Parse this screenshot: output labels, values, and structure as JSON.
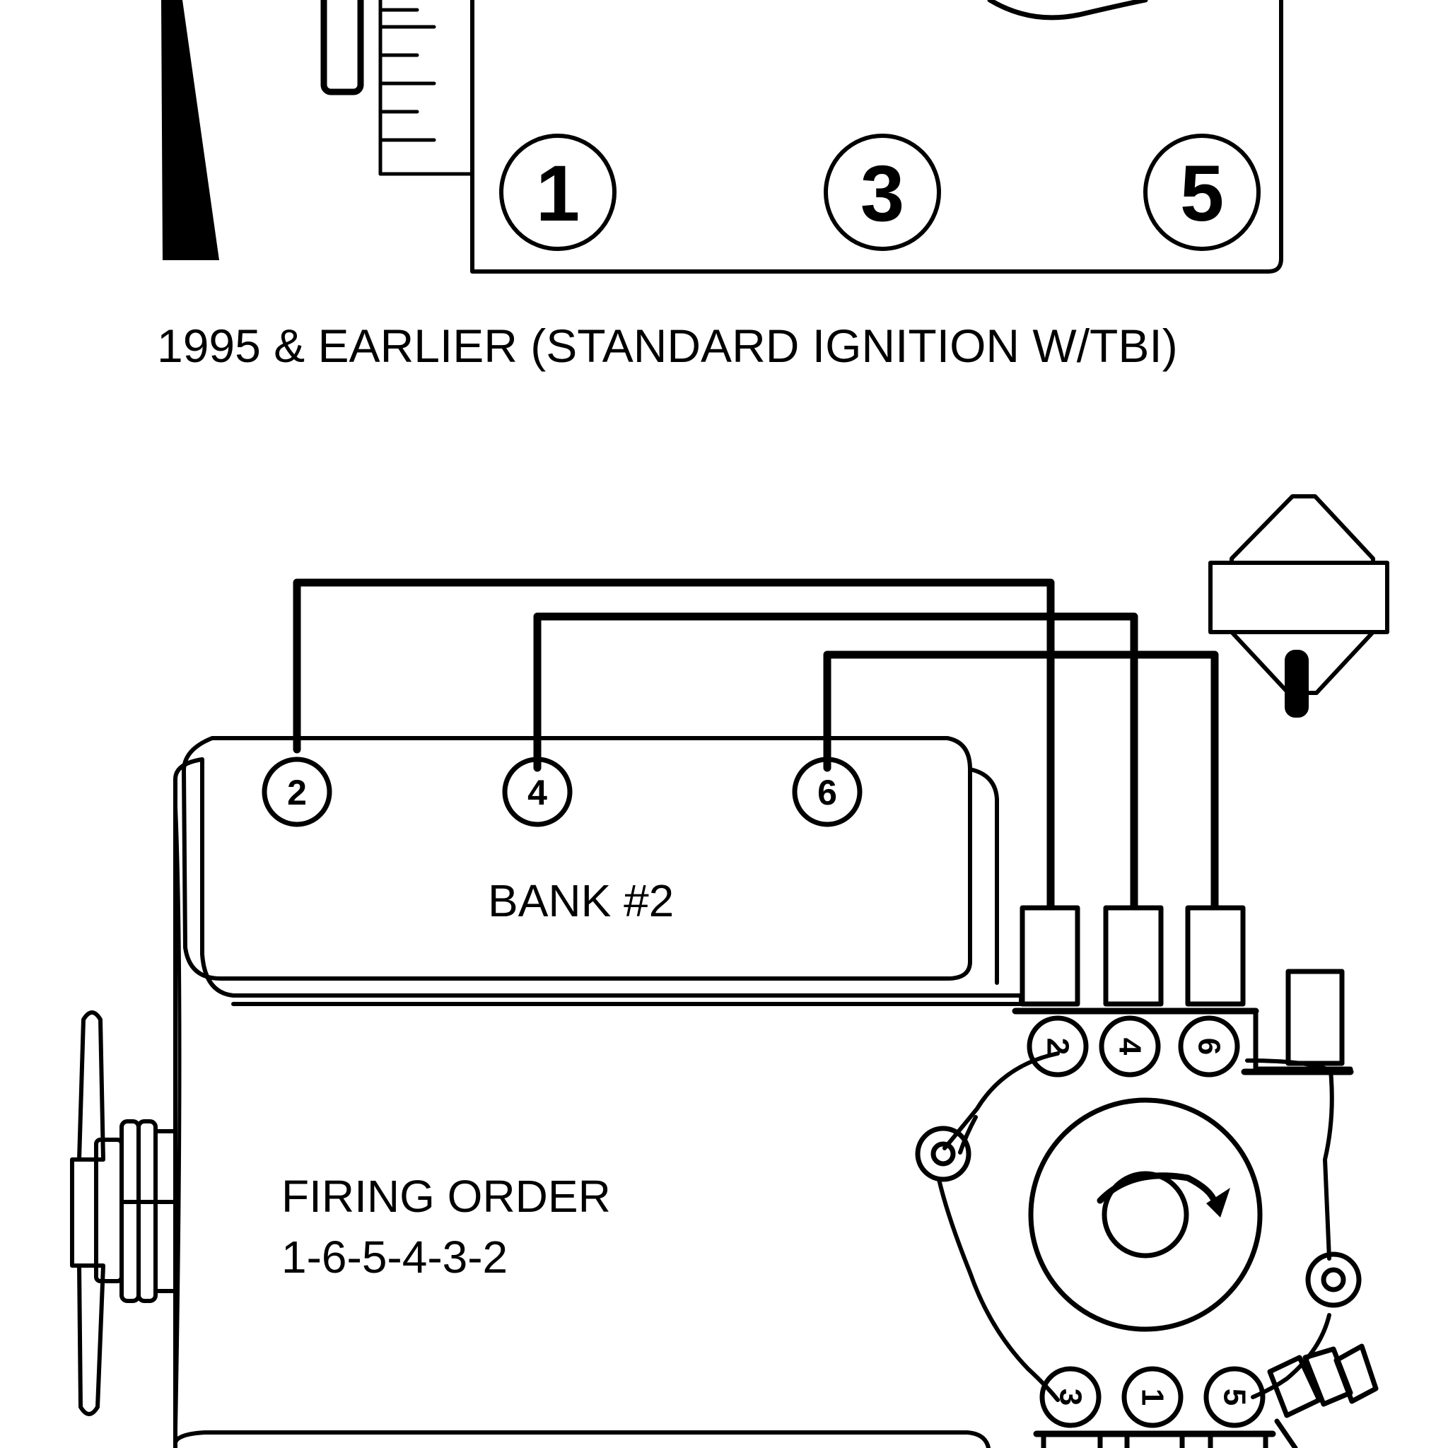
{
  "top_diagram": {
    "caption": "1995 & EARLIER (STANDARD IGNITION W/TBI)",
    "cylinders": [
      "1",
      "3",
      "5"
    ]
  },
  "bottom_diagram": {
    "bank_label": "BANK #2",
    "firing_order_title": "FIRING ORDER",
    "firing_order_value": "1-6-5-4-3-2",
    "bank2_cylinders": [
      "2",
      "4",
      "6"
    ],
    "distributor_top_terminals": [
      "2",
      "4",
      "6"
    ],
    "distributor_bottom_terminals": [
      "3",
      "1",
      "5"
    ]
  }
}
